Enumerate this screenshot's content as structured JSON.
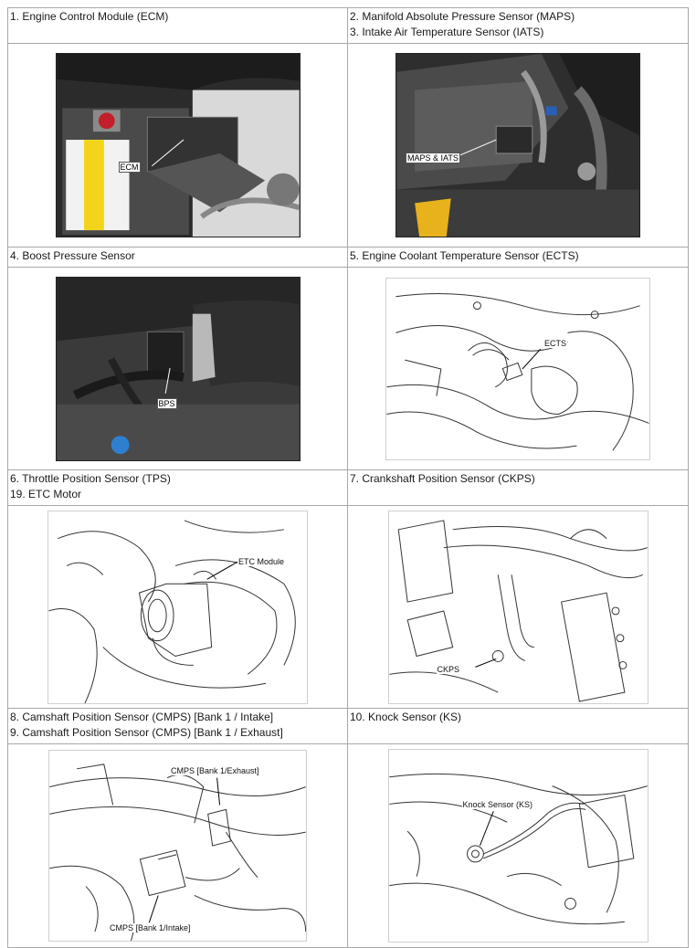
{
  "rows": [
    {
      "left": {
        "lines": [
          "1. Engine Control Module (ECM)"
        ],
        "callouts": [
          "ECM"
        ]
      },
      "right": {
        "lines": [
          "2. Manifold Absolute Pressure Sensor (MAPS)",
          "3. Intake Air Temperature Sensor (IATS)"
        ],
        "callouts": [
          "MAPS & IATS"
        ]
      }
    },
    {
      "left": {
        "lines": [
          "4. Boost Pressure Sensor"
        ],
        "callouts": [
          "BPS"
        ]
      },
      "right": {
        "lines": [
          "5. Engine Coolant Temperature Sensor (ECTS)"
        ],
        "callouts": [
          "ECTS"
        ]
      }
    },
    {
      "left": {
        "lines": [
          "6. Throttle Position Sensor (TPS)",
          "19. ETC Motor"
        ],
        "callouts": [
          "ETC Module"
        ]
      },
      "right": {
        "lines": [
          "7. Crankshaft Position Sensor (CKPS)"
        ],
        "callouts": [
          "CKPS"
        ]
      }
    },
    {
      "left": {
        "lines": [
          "8. Camshaft Position Sensor (CMPS) [Bank 1 / Intake]",
          "9. Camshaft Position Sensor (CMPS) [Bank 1 / Exhaust]"
        ],
        "callouts": [
          "CMPS [Bank 1/Exhaust]",
          "CMPS [Bank 1/Intake]"
        ]
      },
      "right": {
        "lines": [
          "10. Knock Sensor (KS)"
        ],
        "callouts": [
          "Knock Sensor (KS)"
        ]
      }
    }
  ]
}
